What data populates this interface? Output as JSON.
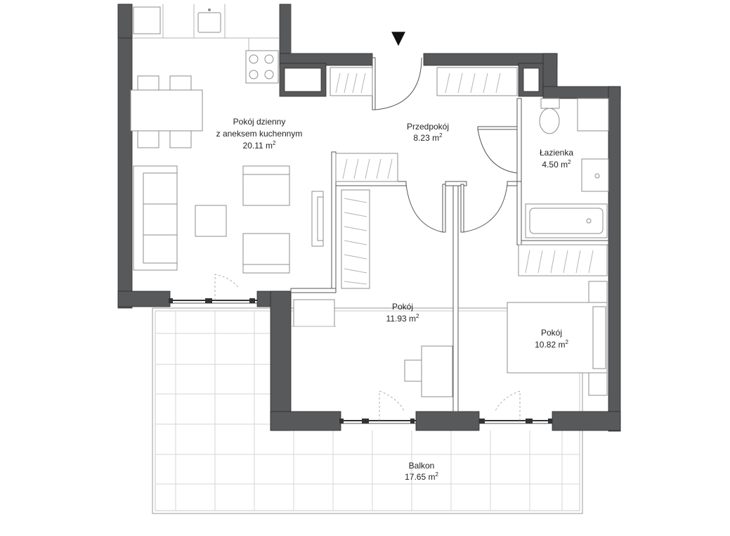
{
  "entrance_marker": "▼",
  "rooms": {
    "living": {
      "line1": "Pokój dzienny",
      "line2": "z aneksem kuchennym",
      "area": "20.11 m",
      "sup": "2"
    },
    "hall": {
      "line1": "Przedpokój",
      "area": "8.23 m",
      "sup": "2"
    },
    "bathroom": {
      "line1": "Łazienka",
      "area": "4.50 m",
      "sup": "2"
    },
    "room1": {
      "line1": "Pokój",
      "area": "11.93 m",
      "sup": "2"
    },
    "room2": {
      "line1": "Pokój",
      "area": "10.82 m",
      "sup": "2"
    },
    "balcony": {
      "line1": "Balkon",
      "area": "17.65 m",
      "sup": "2"
    }
  },
  "colors": {
    "wall": "#58595b",
    "line": "#555555",
    "furniture": "#8c8c8c",
    "balcony_grid": "#d4d4d4"
  }
}
